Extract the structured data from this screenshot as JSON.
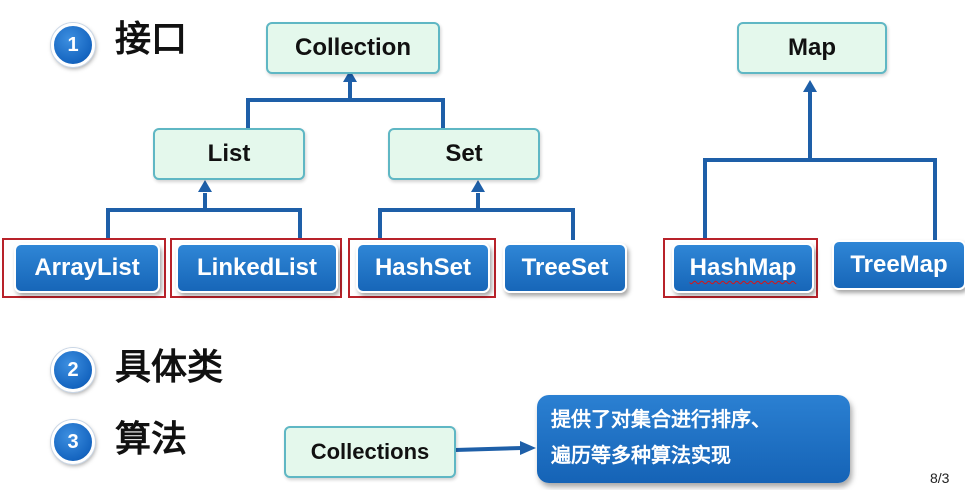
{
  "sections": [
    {
      "num": "1",
      "title": "接口"
    },
    {
      "num": "2",
      "title": "具体类"
    },
    {
      "num": "3",
      "title": "算法"
    }
  ],
  "hierarchy": {
    "collection": "Collection",
    "list": "List",
    "set": "Set",
    "map": "Map",
    "arraylist": "ArrayList",
    "linkedlist": "LinkedList",
    "hashset": "HashSet",
    "treeset": "TreeSet",
    "hashmap": "HashMap",
    "treemap": "TreeMap"
  },
  "algorithm": {
    "collections": "Collections",
    "note_line1": "提供了对集合进行排序、",
    "note_line2": "遍历等多种算法实现"
  },
  "page": "8/3",
  "colors": {
    "connector": "#1e5fa8",
    "highlight_frame": "#b8222a",
    "blue_box": "#1f73c6",
    "green_box": "#e4f8ec"
  }
}
